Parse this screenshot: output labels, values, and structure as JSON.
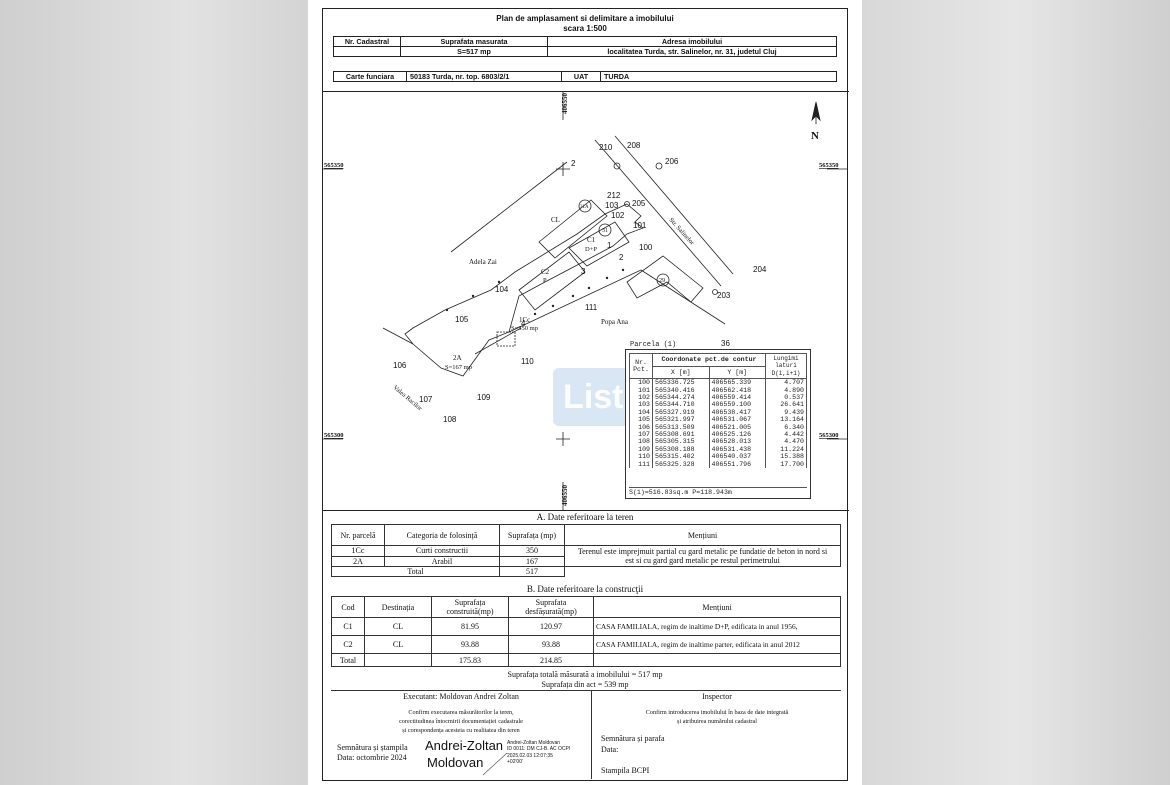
{
  "header": {
    "title": "Plan de amplasament si delimitare a imobilului",
    "scale": "scara 1:500",
    "col_nr_cadastral": "Nr. Cadastral",
    "col_suprafata": "Suprafata masurata",
    "col_adresa": "Adresa imobilului",
    "suprafata_value": "S=517 mp",
    "adresa_value": "localitatea Turda, str. Salinelor, nr. 31, judetul Cluj",
    "carte_label": "Carte funciara",
    "carte_value": "50183 Turda, nr. top. 6803/2/1",
    "uat_label": "UAT",
    "uat_value": "TURDA"
  },
  "plan": {
    "grid_x_top": "406550",
    "grid_x_bottom": "406550",
    "grid_y_upper_left": "565350",
    "grid_y_upper_right": "565350",
    "grid_y_lower_left": "565300",
    "grid_y_lower_right": "565300",
    "north": "N",
    "neighbor_left": "Adela Zai",
    "neighbor_bottom": "Popa Ana",
    "street": "Str. Salinelor",
    "street_bottom": "Valea Racilor",
    "building_cl": "CL",
    "building_c1": "C1",
    "building_c1_sub": "D+P",
    "building_c2": "C2",
    "building_c2_sub": "P",
    "parcel_1cc": "1Cc",
    "parcel_1cc_area": "S=350 mp",
    "parcel_2a": "2A",
    "parcel_2a_area": "S=167 mp",
    "circle_31a": "31A",
    "circle_31": "31",
    "circle_29": "29",
    "points": {
      "p2": "2",
      "p210": "210",
      "p208": "208",
      "p206": "206",
      "p205": "205",
      "p212": "212",
      "p103": "103",
      "p102": "102",
      "p101": "101",
      "p1": "1",
      "p100": "100",
      "p2b": "2",
      "p3": "3",
      "p104": "104",
      "p4": "4",
      "p105": "105",
      "p111": "111",
      "p110": "110",
      "p106": "106",
      "p107": "107",
      "p109": "109",
      "p108": "108",
      "p204": "204",
      "p203": "203",
      "p36": "36"
    }
  },
  "coord_table": {
    "title": "Parcela (1)",
    "col_nr": "Nr. Pct.",
    "col_coord": "Coordonate pct.de contur",
    "col_x": "X [m]",
    "col_y": "Y [m]",
    "col_len": "Lungimi laturi D(i,i+1)",
    "rows": [
      [
        "100",
        "565336.725",
        "406565.339",
        "4.707"
      ],
      [
        "101",
        "565340.416",
        "406562.418",
        "4.890"
      ],
      [
        "102",
        "565344.274",
        "406559.414",
        "0.537"
      ],
      [
        "103",
        "565344.710",
        "406559.100",
        "26.641"
      ],
      [
        "104",
        "565327.919",
        "406538.417",
        "9.439"
      ],
      [
        "105",
        "565321.997",
        "406531.067",
        "13.164"
      ],
      [
        "106",
        "565313.509",
        "406521.005",
        "6.340"
      ],
      [
        "107",
        "565308.691",
        "406525.126",
        "4.442"
      ],
      [
        "108",
        "565305.315",
        "406528.013",
        "4.470"
      ],
      [
        "109",
        "565308.188",
        "406531.438",
        "11.224"
      ],
      [
        "110",
        "565315.402",
        "406540.037",
        "15.388"
      ],
      [
        "111",
        "565325.328",
        "406551.796",
        "17.700"
      ]
    ],
    "footer": "S(1)=516.83sq.m   P=118.943m"
  },
  "watermark": "List",
  "section_a": {
    "title": "A.   Date referitoare la teren",
    "h_nr": "Nr. parcelă",
    "h_cat": "Categoria de folosință",
    "h_supr": "Suprafața (mp)",
    "h_ment": "Mențiuni",
    "rows": [
      [
        "1Cc",
        "Curti constructii",
        "350"
      ],
      [
        "2A",
        "Arabil",
        "167"
      ]
    ],
    "mentiuni": "Terenul este imprejmuit partial cu gard metalic pe fundatie de beton in nord si est si cu gard gard metalic pe restul perimetrului",
    "total_label": "Total",
    "total_value": "517"
  },
  "section_b": {
    "title": "B.   Date referitoare la construcţii",
    "h_cod": "Cod",
    "h_dest": "Destinația",
    "h_sc": "Suprafața construită(mp)",
    "h_sd": "Suprafata desfășurată(mp)",
    "h_ment": "Mențiuni",
    "rows": [
      [
        "C1",
        "CL",
        "81.95",
        "120.97",
        "CASA FAMILIALA, regim de inaltime D+P, edificata in anul 1956,"
      ],
      [
        "C2",
        "CL",
        "93.88",
        "93.88",
        "CASA FAMILIALA, regim de inaltime parter, edificata in anul 2012"
      ]
    ],
    "total_label": "Total",
    "total_sc": "175.83",
    "total_sd": "214.85"
  },
  "summary": {
    "line1": "Suprafața totală măsurată a imobilului = 517 mp",
    "line2": "Suprafața din act = 539 mp"
  },
  "footer": {
    "executant": "Executant:  Moldovan Andrei Zoltan",
    "confirm1": "Confirm executarea măsurătorilor la teren,",
    "confirm2": "corectitudinea întocmirii documentației cadastrale",
    "confirm3": "și corespondența acesteia cu realitatea din teren",
    "sign_label": "Semnătura și ștampila",
    "date_label": "Data: octombrie 2024",
    "sig_name1": "Andrei-Zoltan",
    "sig_name2": "Moldovan",
    "sig_small1": "Andrei-Zoltan Moldovan",
    "sig_small2": "ID 0011: DM CJ-B. AC OCPI",
    "sig_small3": "2025.02.03 12:07:35",
    "sig_small4": "+02'00'",
    "inspector": "Inspector",
    "insp_confirm1": "Confirm introducerea imobilului în baza de date integrată",
    "insp_confirm2": "și atribuirea numărului cadastral",
    "insp_sign": "Semnătura și parafa",
    "insp_date": "Data:",
    "insp_stamp": "Stampila BCPI"
  }
}
